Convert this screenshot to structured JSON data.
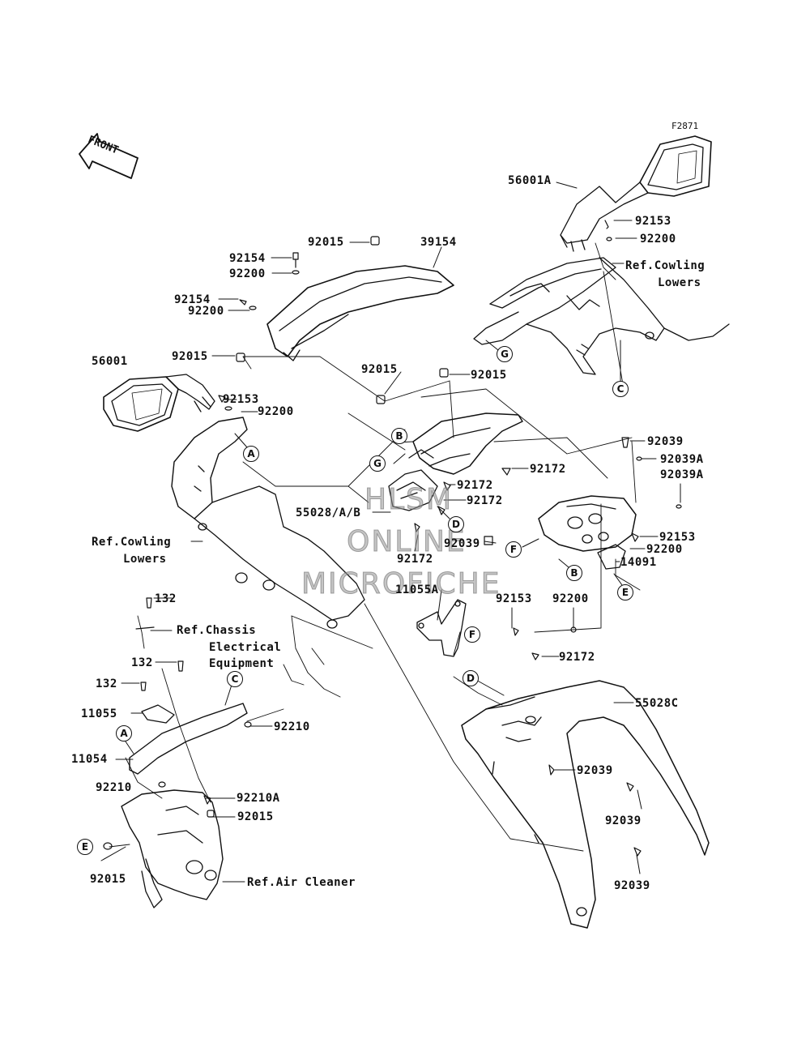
{
  "figure_id": "F2871",
  "front_label": "FRONT",
  "watermark": {
    "line1": "HLSM",
    "line2": "ONLINE",
    "line3": "MICROFICHE"
  },
  "labels": {
    "p56001A": "56001A",
    "p92153_a": "92153",
    "p92200_a": "92200",
    "ref_cowling_lowers_r1": "Ref.Cowling",
    "ref_cowling_lowers_r2": "Lowers",
    "p92015_a": "92015",
    "p39154": "39154",
    "p92154_a": "92154",
    "p92200_b": "92200",
    "p92154_b": "92154",
    "p92200_c": "92200",
    "p92015_b": "92015",
    "p56001": "56001",
    "p92015_c": "92015",
    "p92015_d": "92015",
    "p92153_b": "92153",
    "p92200_d": "92200",
    "p92039_a": "92039",
    "p92039A_a": "92039A",
    "p92039A_b": "92039A",
    "p92172_a": "92172",
    "p92172_b": "92172",
    "p92172_c": "92172",
    "p55028AB": "55028/A/B",
    "p92039_b": "92039",
    "p92172_d": "92172",
    "p92153_c": "92153",
    "p92200_e": "92200",
    "p14091": "14091",
    "ref_cowling_lowers_l1": "Ref.Cowling",
    "ref_cowling_lowers_l2": "Lowers",
    "p11055A": "11055A",
    "p132_a": "132",
    "p92153_d": "92153",
    "p92200_f": "92200",
    "ref_chassis_1": "Ref.Chassis",
    "ref_chassis_2": "Electrical",
    "ref_chassis_3": "Equipment",
    "p132_b": "132",
    "p92172_e": "92172",
    "p132_c": "132",
    "p55028C": "55028C",
    "p11055": "11055",
    "p92210_a": "92210",
    "p11054": "11054",
    "p92039_c": "92039",
    "p92210_b": "92210",
    "p92210A": "92210A",
    "p92039_d": "92039",
    "p92015_e": "92015",
    "p92015_f": "92015",
    "ref_air_cleaner": "Ref.Air Cleaner",
    "p92039_e": "92039"
  },
  "callouts": {
    "A1": "A",
    "A2": "A",
    "B1": "B",
    "B2": "B",
    "C1": "C",
    "C2": "C",
    "D1": "D",
    "D2": "D",
    "E1": "E",
    "E2": "E",
    "F1": "F",
    "F2": "F",
    "G1": "G",
    "G2": "G"
  }
}
